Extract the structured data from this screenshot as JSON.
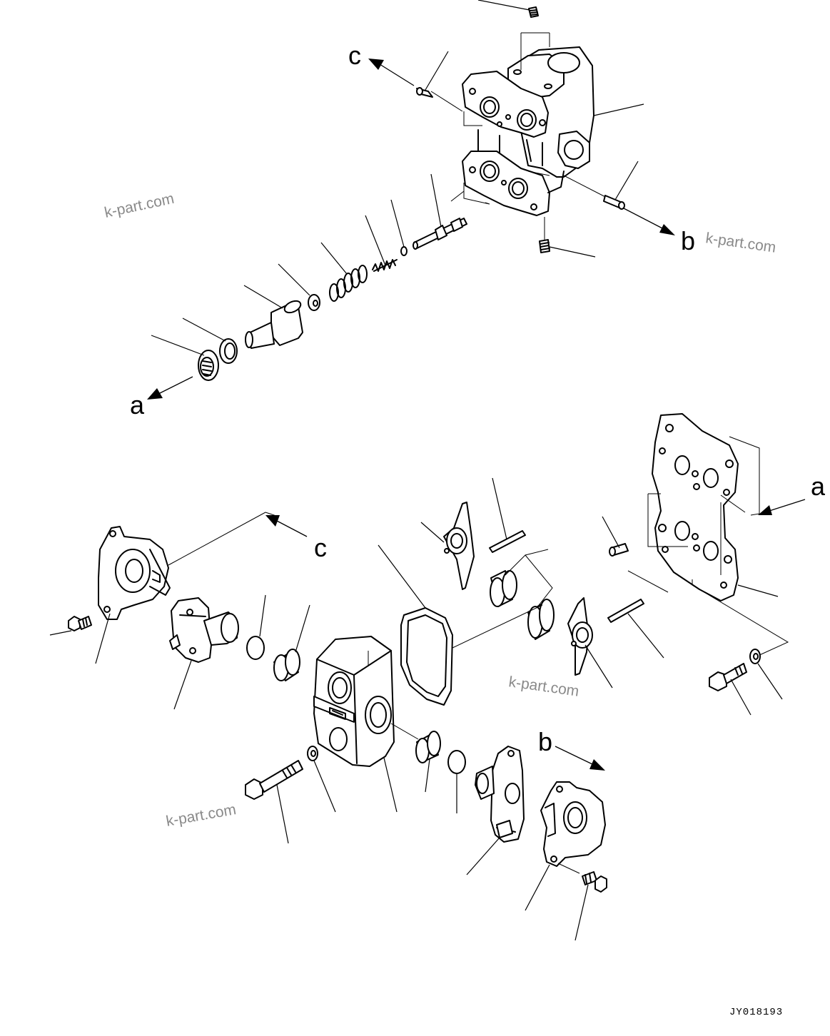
{
  "refs": {
    "a": "a",
    "b": "b",
    "c": "c"
  },
  "watermark": "k-part.com",
  "drawing_code": "JY018193"
}
